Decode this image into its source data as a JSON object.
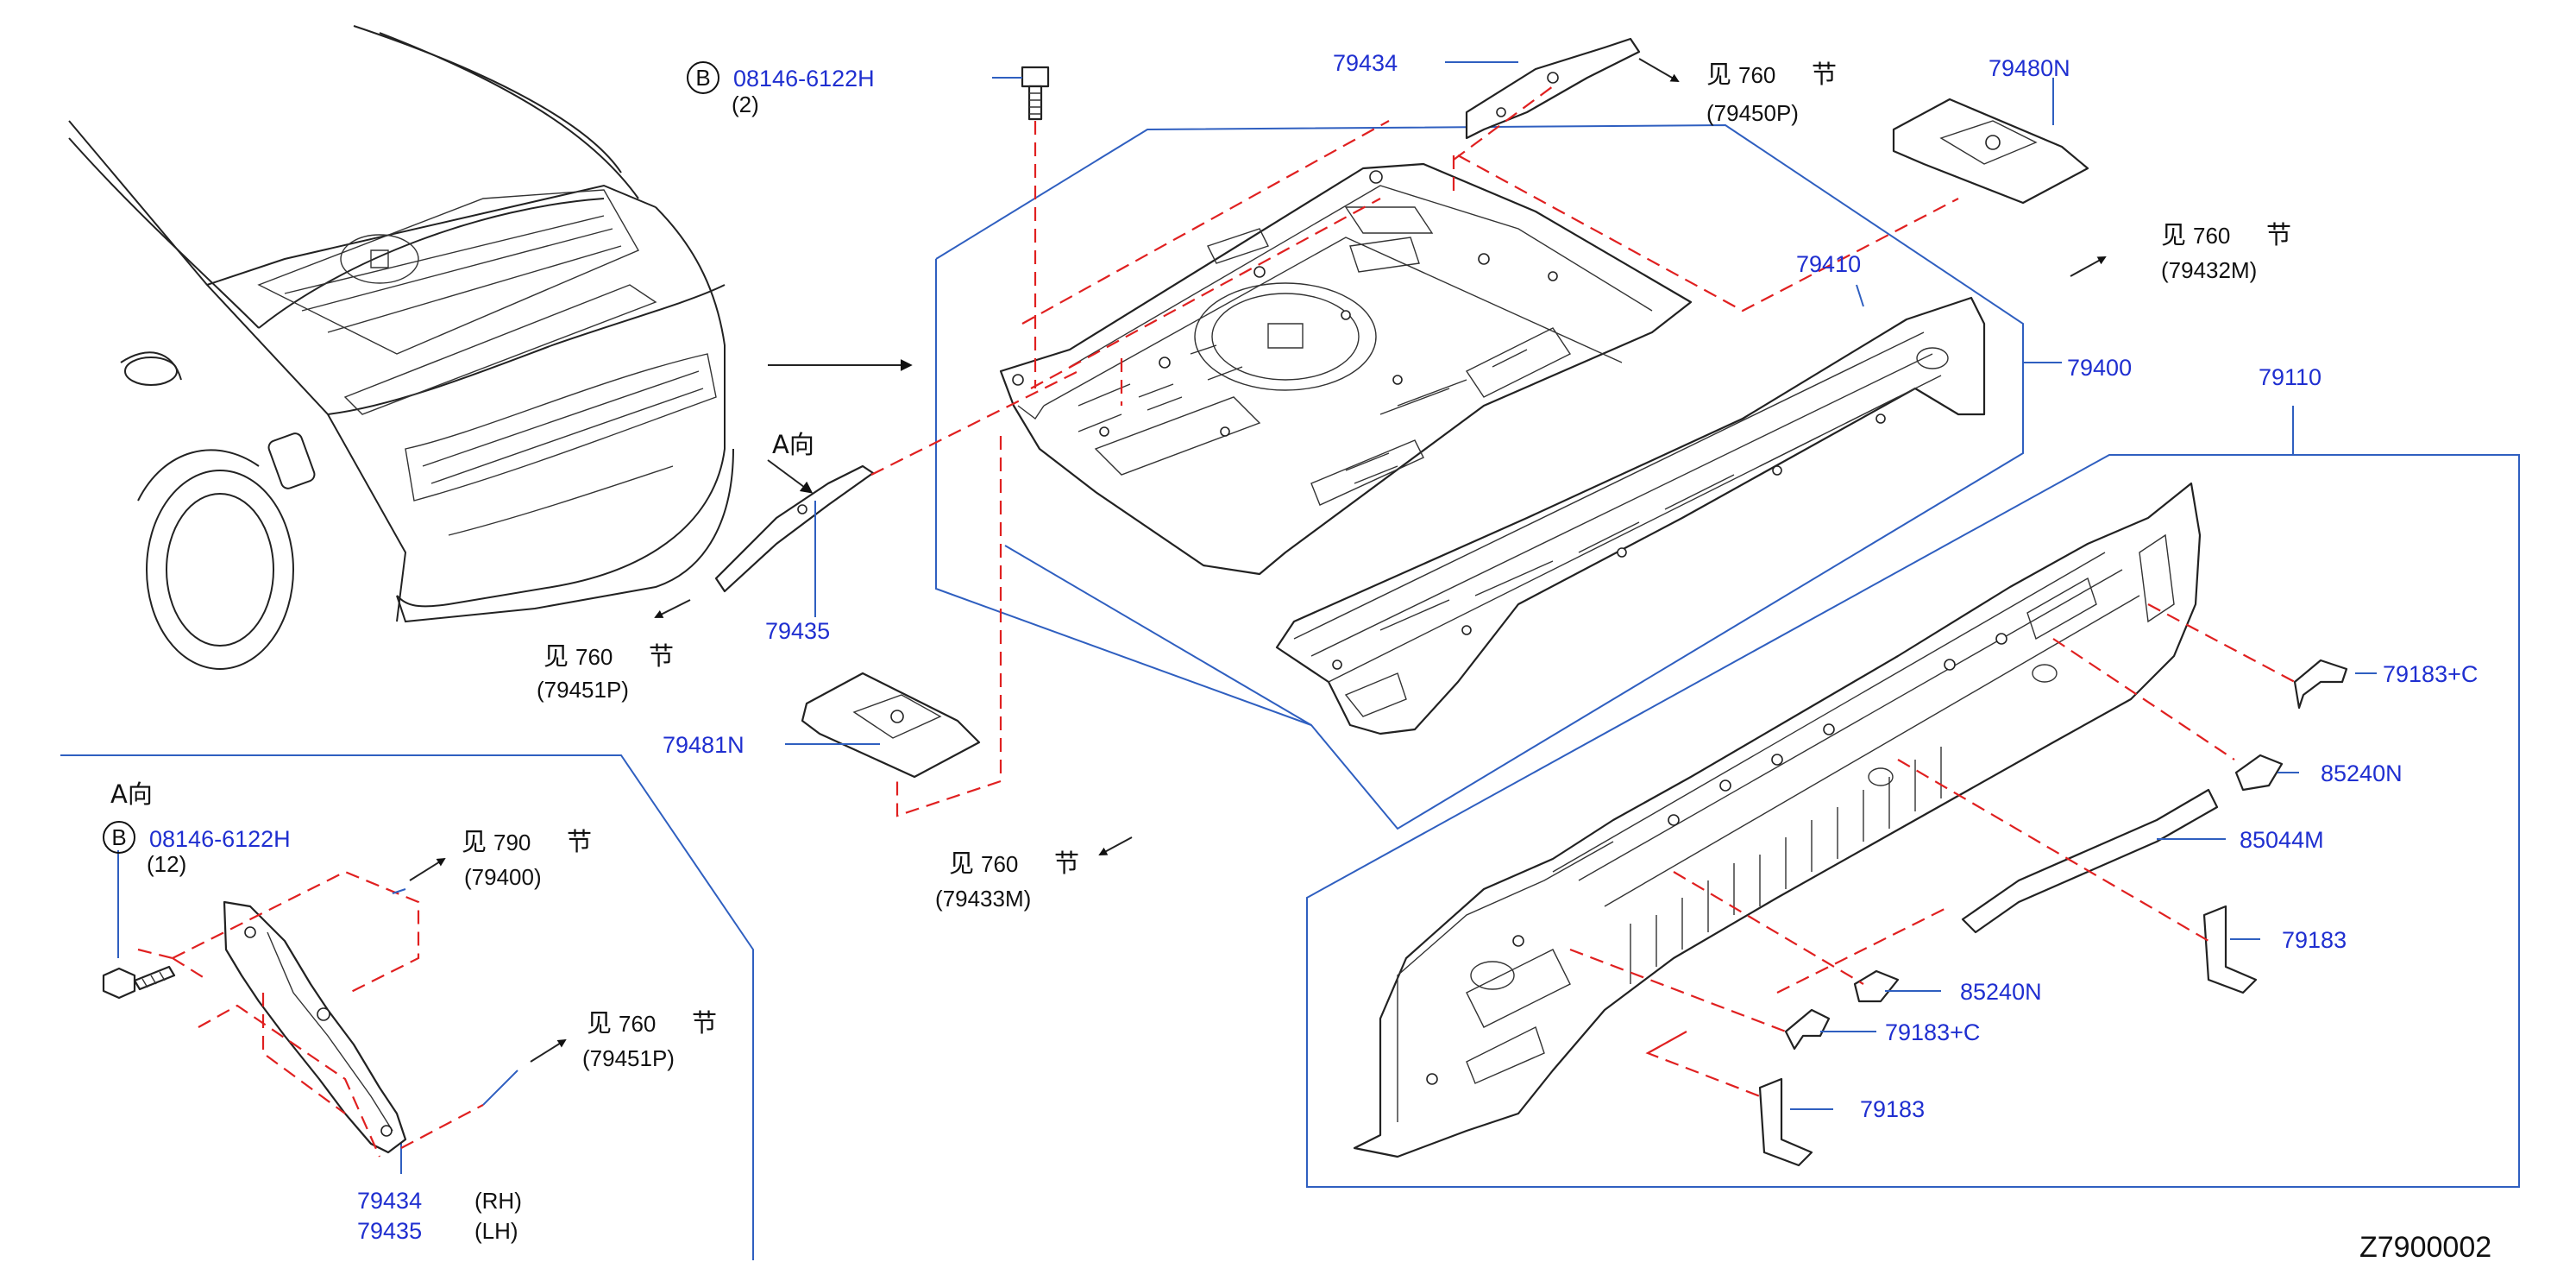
{
  "diagram_code": "Z7900002",
  "colors": {
    "part_number": "#1f2fd0",
    "leader": "#2f5fc0",
    "dashed": "#e02020",
    "drawing": "#222222"
  },
  "bolt_top": {
    "marker": "B",
    "part_no": "08146-6122H",
    "qty": "(2)"
  },
  "bolt_inset": {
    "marker": "B",
    "part_no": "08146-6122H",
    "qty": "(12)"
  },
  "view_a": {
    "arrow_label": "A向",
    "inset_title": "A向"
  },
  "parts": {
    "p79434": "79434",
    "p79480N": "79480N",
    "p79410": "79410",
    "p79400": "79400",
    "p79110": "79110",
    "p79435": "79435",
    "p79481N": "79481N",
    "p79183C_a": "79183+C",
    "p85240N_a": "85240N",
    "p85044M": "85044M",
    "p79183_a": "79183",
    "p85240N_b": "85240N",
    "p79183C_b": "79183+C",
    "p79183_b": "79183",
    "inset_79434": "79434",
    "inset_79435": "79435",
    "inset_rh": "(RH)",
    "inset_lh": "(LH)"
  },
  "refs": [
    {
      "see": "见",
      "sec": "760",
      "jie": "节",
      "code": "(79450P)"
    },
    {
      "see": "见",
      "sec": "760",
      "jie": "节",
      "code": "(79432M)"
    },
    {
      "see": "见",
      "sec": "760",
      "jie": "节",
      "code": "(79451P)"
    },
    {
      "see": "见",
      "sec": "760",
      "jie": "节",
      "code": "(79433M)"
    },
    {
      "see": "见",
      "sec": "790",
      "jie": "节",
      "code": "(79400)"
    },
    {
      "see": "见",
      "sec": "760",
      "jie": "节",
      "code": "(79451P)"
    }
  ]
}
